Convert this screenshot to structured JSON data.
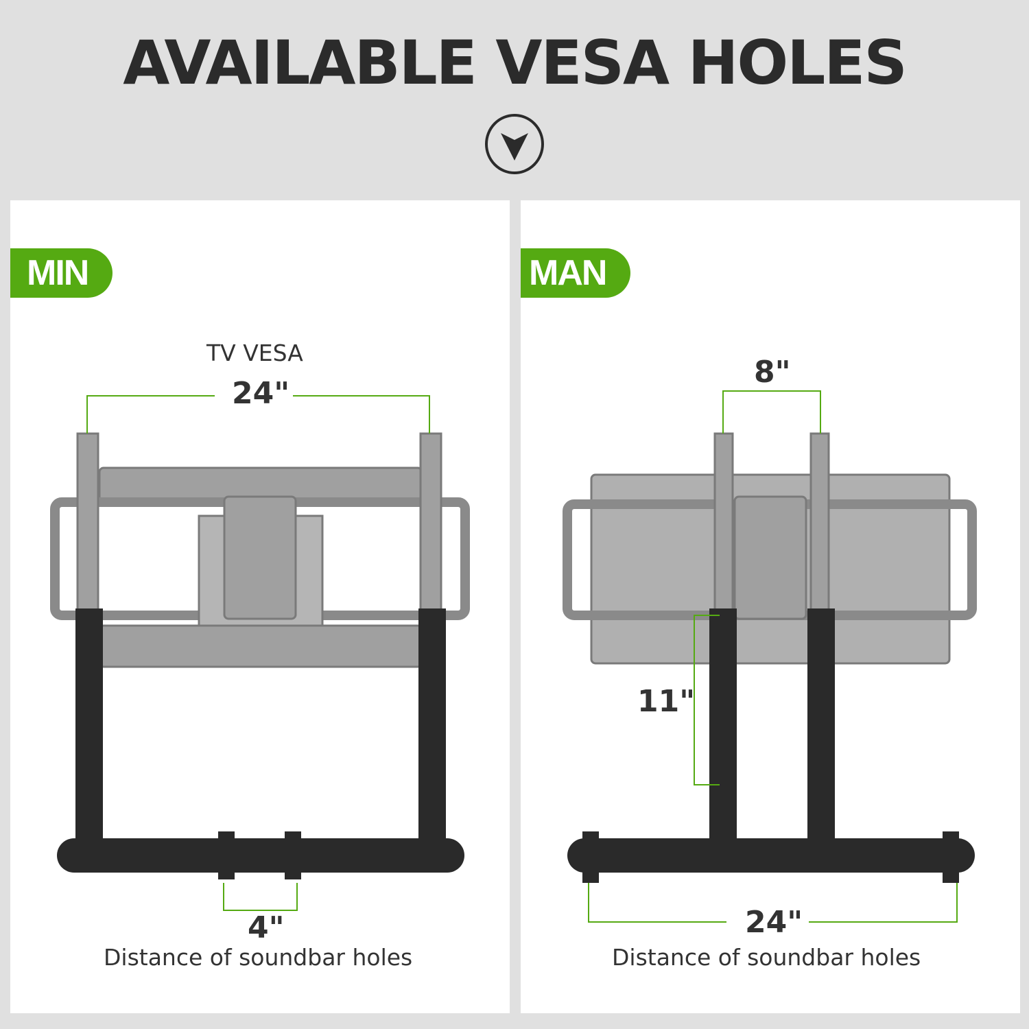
{
  "header": {
    "title": "AVAILABLE VESA HOLES",
    "arrow_icon": "chevron-down-circle-icon"
  },
  "colors": {
    "accent": "#55aa12",
    "background": "#e0e0e0",
    "text": "#2b2b2b",
    "mount_gray": "#9a9a9a",
    "bracket_black": "#2a2a2a"
  },
  "panels": [
    {
      "badge": "MIN",
      "tv_vesa_label": "TV VESA",
      "vesa_width": "24\"",
      "soundbar_distance": "4\"",
      "caption": "Distance of soundbar holes"
    },
    {
      "badge": "MAN",
      "vesa_width": "8\"",
      "bracket_height": "11\"",
      "soundbar_distance": "24\"",
      "caption": "Distance of soundbar holes"
    }
  ]
}
